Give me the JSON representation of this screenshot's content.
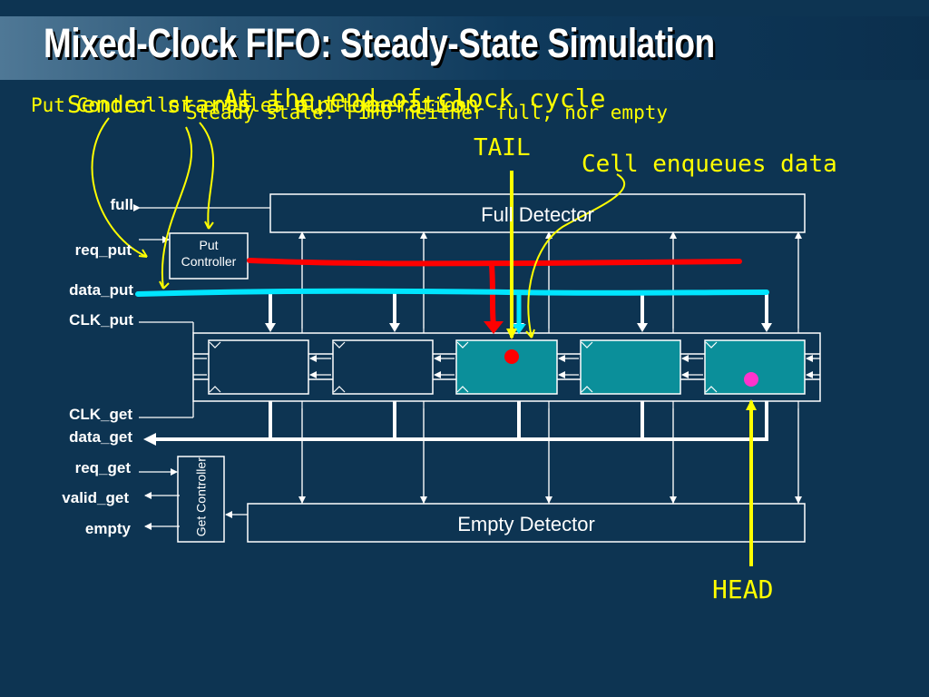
{
  "title": "Mixed-Clock FIFO: Steady-State Simulation",
  "signals": {
    "full": "full",
    "req_put": "req_put",
    "data_put": "data_put",
    "clk_put": "CLK_put",
    "clk_get": "CLK_get",
    "data_get": "data_get",
    "req_get": "req_get",
    "valid_get": "valid_get",
    "empty": "empty"
  },
  "blocks": {
    "full_detector": "Full Detector",
    "empty_detector": "Empty Detector",
    "put_controller": "Put Controller",
    "get_controller": "Get Controller"
  },
  "annotations": {
    "overlap_1": "Put Controller enables a put operation",
    "overlap_2": "Sender starts a put operation",
    "overlap_3": "At the end of clock cycle",
    "steady_state": "Steady state: FIFO neither full, nor empty",
    "tail": "TAIL",
    "cell_enqueues": "Cell enqueues data",
    "head": "HEAD"
  },
  "colors": {
    "background": "#0d3452",
    "annotation": "#ffff00",
    "req_put_line": "#ff0000",
    "data_put_line": "#00e5ff",
    "active_cell": "#0b8f9a",
    "tail_dot": "#ff0000",
    "head_dot": "#ff33cc"
  },
  "icons": [
    "arrow-icon"
  ]
}
